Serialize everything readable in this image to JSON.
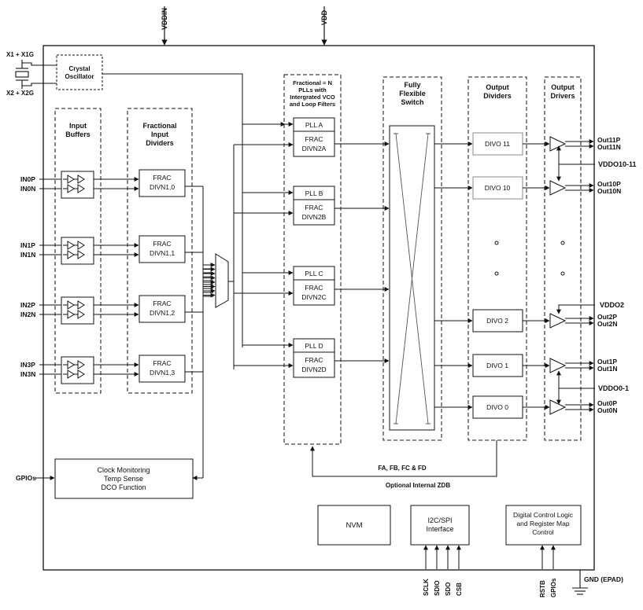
{
  "power": {
    "vddin": "VDDIN",
    "vdd": "VDD",
    "gnd": "GND (EPAD)"
  },
  "crystal": {
    "x1": "X1 + X1G",
    "x2": "X2 + X2G",
    "line1": "Crystal",
    "line2": "Oscillator"
  },
  "input_buffers": {
    "title1": "Input",
    "title2": "Buffers"
  },
  "input_dividers": {
    "title1": "Fractional",
    "title2": "Input",
    "title3": "Dividers",
    "blocks": [
      {
        "l1": "FRAC",
        "l2": "DIVN1,0"
      },
      {
        "l1": "FRAC",
        "l2": "DIVN1,1"
      },
      {
        "l1": "FRAC",
        "l2": "DIVN1,2"
      },
      {
        "l1": "FRAC",
        "l2": "DIVN1,3"
      }
    ]
  },
  "inputs": [
    {
      "p": "IN0P",
      "n": "IN0N"
    },
    {
      "p": "IN1P",
      "n": "IN1N"
    },
    {
      "p": "IN2P",
      "n": "IN2N"
    },
    {
      "p": "IN3P",
      "n": "IN3N"
    }
  ],
  "pll_column": {
    "title1": "Fractional = N",
    "title2": "PLLs with",
    "title3": "Intergrated VCO",
    "title4": "and Loop Filters",
    "plls": [
      {
        "name": "PLL A",
        "frac": "FRAC",
        "div": "DIVN2A"
      },
      {
        "name": "PLL B",
        "frac": "FRAC",
        "div": "DIVN2B"
      },
      {
        "name": "PLL C",
        "frac": "FRAC",
        "div": "DIVN2C"
      },
      {
        "name": "PLL D",
        "frac": "FRAC",
        "div": "DIVN2D"
      }
    ]
  },
  "switch": {
    "title1": "Fully",
    "title2": "Flexible",
    "title3": "Switch"
  },
  "output_dividers": {
    "title1": "Output",
    "title2": "Dividers",
    "blocks": [
      "DIVO 11",
      "DIVO 10",
      "DIVO 2",
      "DIVO 1",
      "DIVO 0"
    ]
  },
  "output_drivers": {
    "title1": "Output",
    "title2": "Drivers"
  },
  "outputs": [
    {
      "p": "Out11P",
      "n": "Out11N"
    },
    {
      "p": "Out10P",
      "n": "Out10N"
    },
    {
      "p": "Out2P",
      "n": "Out2N"
    },
    {
      "p": "Out1P",
      "n": "Out1N"
    },
    {
      "p": "Out0P",
      "n": "Out0N"
    }
  ],
  "vddo": {
    "v10_11": "VDDO10-11",
    "v2": "VDDO2",
    "v0_1": "VDDO0-1"
  },
  "feedback": {
    "label": "FA, FB, FC & FD",
    "zdb": "Optional Internal ZDB"
  },
  "monitor": {
    "l1": "Clock Monitoring",
    "l2": "Temp Sense",
    "l3": "DCO Function",
    "gpio": "GPIOs"
  },
  "nvm": "NVM",
  "serial": {
    "l1": "I2C/SPI",
    "l2": "Interface",
    "pins": [
      "SCLK",
      "SDIO",
      "SDO",
      "CSB"
    ]
  },
  "control": {
    "l1": "Digital Control Logic",
    "l2": "and Register Map",
    "l3": "Control",
    "pins": [
      "RSTB",
      "GPIOs"
    ]
  }
}
